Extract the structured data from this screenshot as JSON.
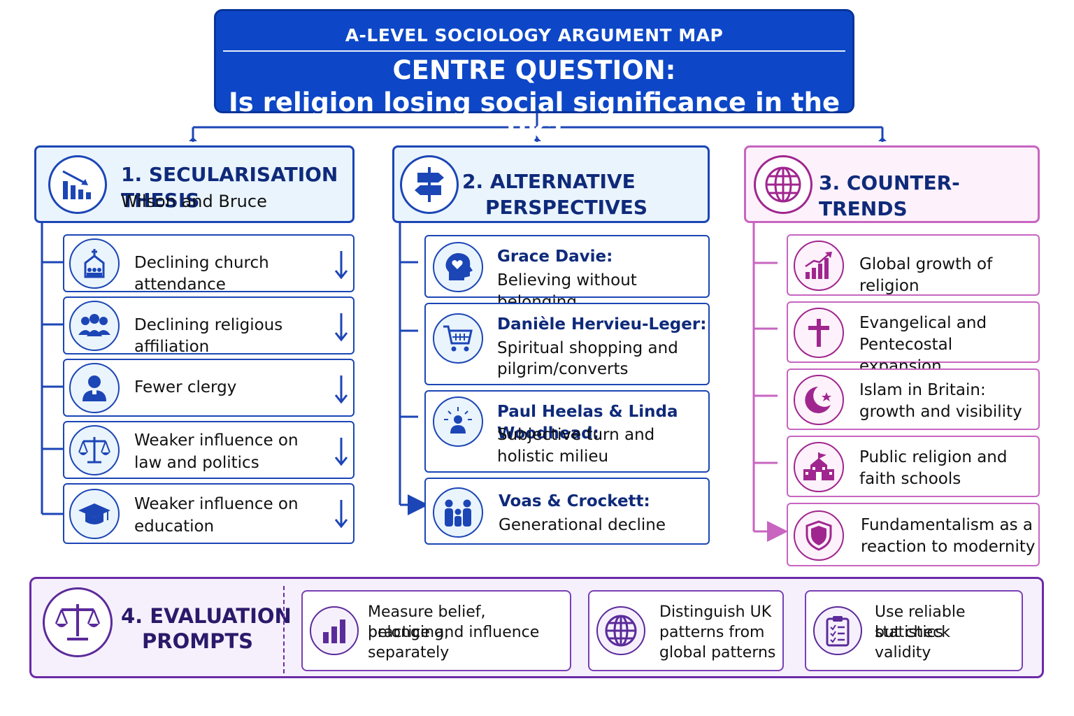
{
  "header": {
    "kicker": "A-LEVEL SOCIOLOGY ARGUMENT MAP",
    "question_label": "CENTRE QUESTION:",
    "question": "Is religion losing social significance in the UK?"
  },
  "columns": [
    {
      "title": "1. SECULARISATION THESIS",
      "subtitle": "Wilson and Bruce",
      "icon": "declining-bar-chart-icon",
      "items": [
        {
          "text": "Declining church attendance",
          "icon": "church-icon",
          "trend": "down"
        },
        {
          "text": "Declining religious affiliation",
          "icon": "group-icon",
          "trend": "down"
        },
        {
          "text": "Fewer clergy",
          "icon": "clergy-icon",
          "trend": "down"
        },
        {
          "text_lines": [
            "Weaker influence on",
            "law and politics"
          ],
          "icon": "scales-icon",
          "trend": "down"
        },
        {
          "text_lines": [
            "Weaker influence on",
            "education"
          ],
          "icon": "graduation-cap-icon",
          "trend": "down"
        }
      ]
    },
    {
      "title_lines": [
        "2. ALTERNATIVE",
        "PERSPECTIVES"
      ],
      "icon": "signpost-icon",
      "items": [
        {
          "who": "Grace Davie:",
          "text_lines": [
            "Believing without belonging"
          ],
          "icon": "heart-head-icon"
        },
        {
          "who": "Danièle Hervieu-Leger:",
          "text_lines": [
            "Spiritual shopping and",
            "pilgrim/converts"
          ],
          "icon": "shopping-cart-icon"
        },
        {
          "who": "Paul Heelas & Linda Woodhead:",
          "text_lines": [
            "Subjective turn and",
            "holistic milieu"
          ],
          "icon": "radiant-person-icon"
        },
        {
          "who": "Voas & Crockett:",
          "text_lines": [
            "Generational decline"
          ],
          "icon": "family-icon"
        }
      ]
    },
    {
      "title": "3. COUNTER-TRENDS",
      "icon": "globe-icon",
      "items": [
        {
          "text_lines": [
            "Global growth of religion"
          ],
          "icon": "growth-chart-icon"
        },
        {
          "text_lines": [
            "Evangelical and",
            "Pentecostal expansion"
          ],
          "icon": "cross-icon"
        },
        {
          "text_lines": [
            "Islam in Britain:",
            "growth and visibility"
          ],
          "icon": "crescent-star-icon"
        },
        {
          "text_lines": [
            "Public religion and",
            "faith schools"
          ],
          "icon": "school-icon"
        },
        {
          "text_lines": [
            "Fundamentalism as a",
            "reaction to modernity"
          ],
          "icon": "shield-icon"
        }
      ]
    }
  ],
  "evaluation": {
    "title_lines": [
      "4. EVALUATION",
      "PROMPTS"
    ],
    "icon": "balance-scales-icon",
    "prompts": [
      {
        "text_lines": [
          "Measure belief, belonging,",
          "practice and influence",
          "separately"
        ],
        "icon": "bar-chart-icon"
      },
      {
        "text_lines": [
          "Distinguish UK",
          "patterns from",
          "global patterns"
        ],
        "icon": "globe-icon"
      },
      {
        "text_lines": [
          "Use reliable statistics",
          "but check",
          "validity"
        ],
        "icon": "clipboard-checklist-icon"
      }
    ]
  },
  "colors": {
    "blue_dark": "#0d47c7",
    "blue_border": "#1c46b6",
    "navy_text": "#0f2a7a",
    "pink_border": "#c765c0",
    "magenta": "#a0268f",
    "purple": "#6b2ba7"
  }
}
